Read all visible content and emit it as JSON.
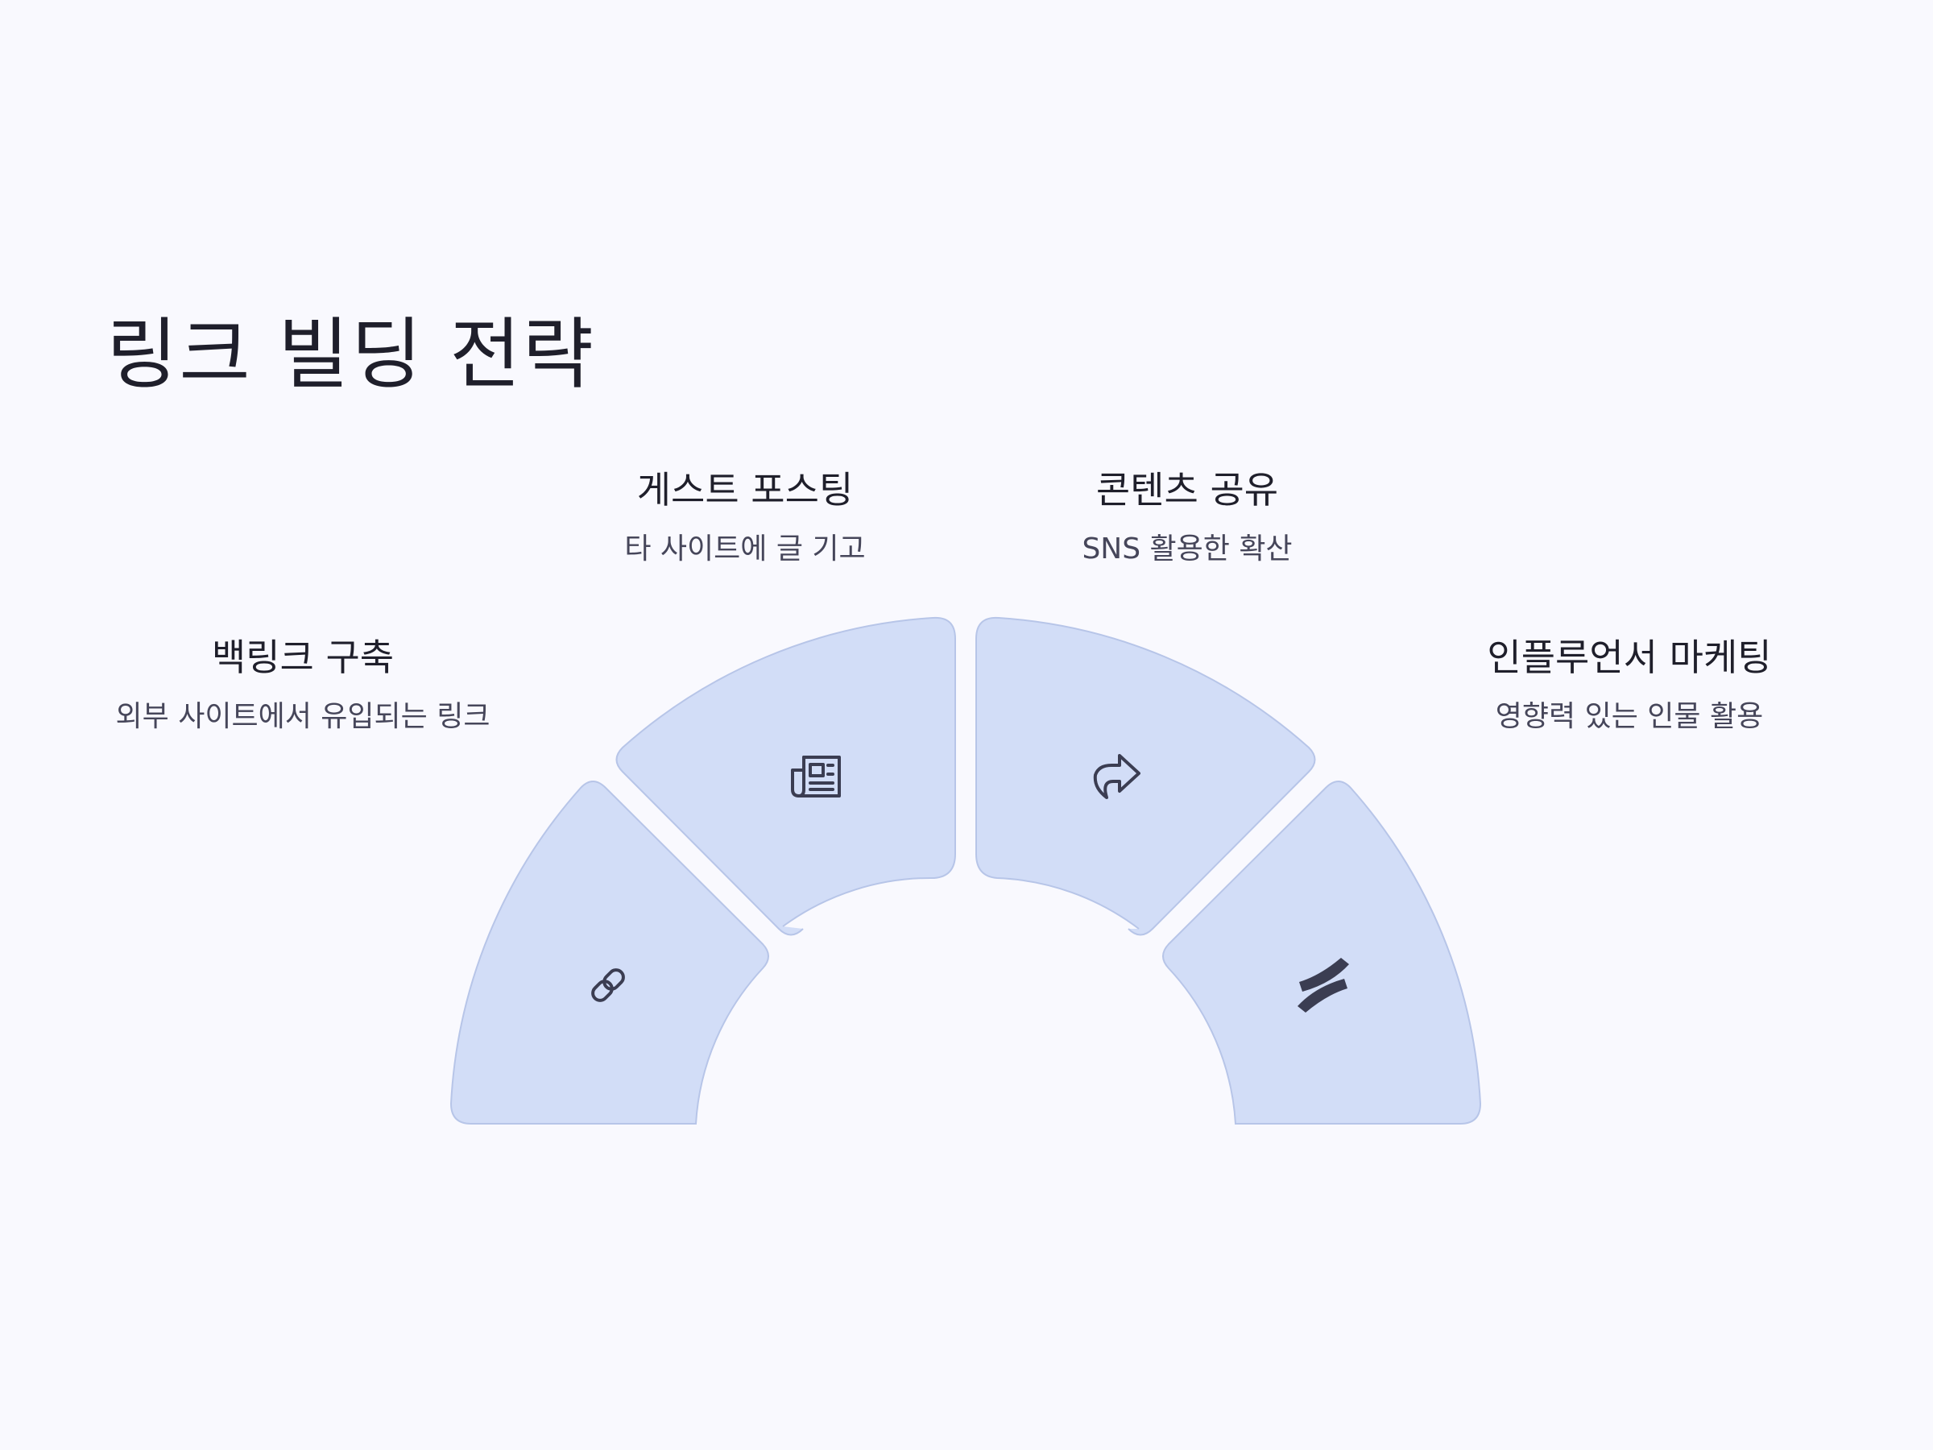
{
  "title": "링크 빌딩 전략",
  "colors": {
    "background": "#f9f9fe",
    "segment_fill": "#d2ddf7",
    "segment_stroke": "#b7c5e8",
    "icon": "#3b3d52",
    "heading_text": "#1f1f2b",
    "sub_text": "#46465a"
  },
  "items": [
    {
      "heading": "백링크 구축",
      "description": "외부 사이트에서 유입되는 링크",
      "icon": "link-icon"
    },
    {
      "heading": "게스트 포스팅",
      "description": "타 사이트에 글 기고",
      "icon": "newspaper-icon"
    },
    {
      "heading": "콘텐츠 공유",
      "description": "SNS 활용한 확산",
      "icon": "share-arrow-icon"
    },
    {
      "heading": "인플루언서 마케팅",
      "description": "영향력 있는 인물 활용",
      "icon": "confluence-icon"
    }
  ]
}
